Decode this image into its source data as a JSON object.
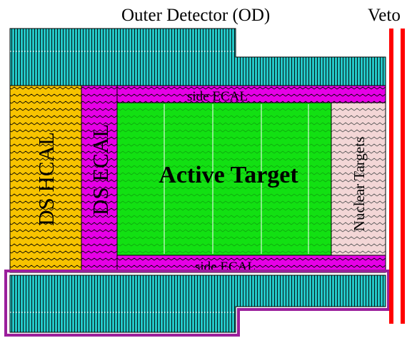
{
  "header": {
    "outer_detector_label": "Outer Detector (OD)",
    "veto_label": "Veto"
  },
  "regions": {
    "ds_hcal": "DS HCAL",
    "ds_ecal": "DS ECAL",
    "side_ecal_top": "side ECAL",
    "side_ecal_bottom": "side ECAL",
    "active_target": "Active Target",
    "nuclear_targets": "Nuclear Targets"
  },
  "colors": {
    "outer_detector": "#24c8c8",
    "ds_hcal": "#f7c300",
    "ecal": "#e600e6",
    "active_target": "#12e012",
    "nuclear_targets": "#f3d6d6",
    "veto": "#ff0000",
    "highlight_outline": "#9b1f9b"
  }
}
